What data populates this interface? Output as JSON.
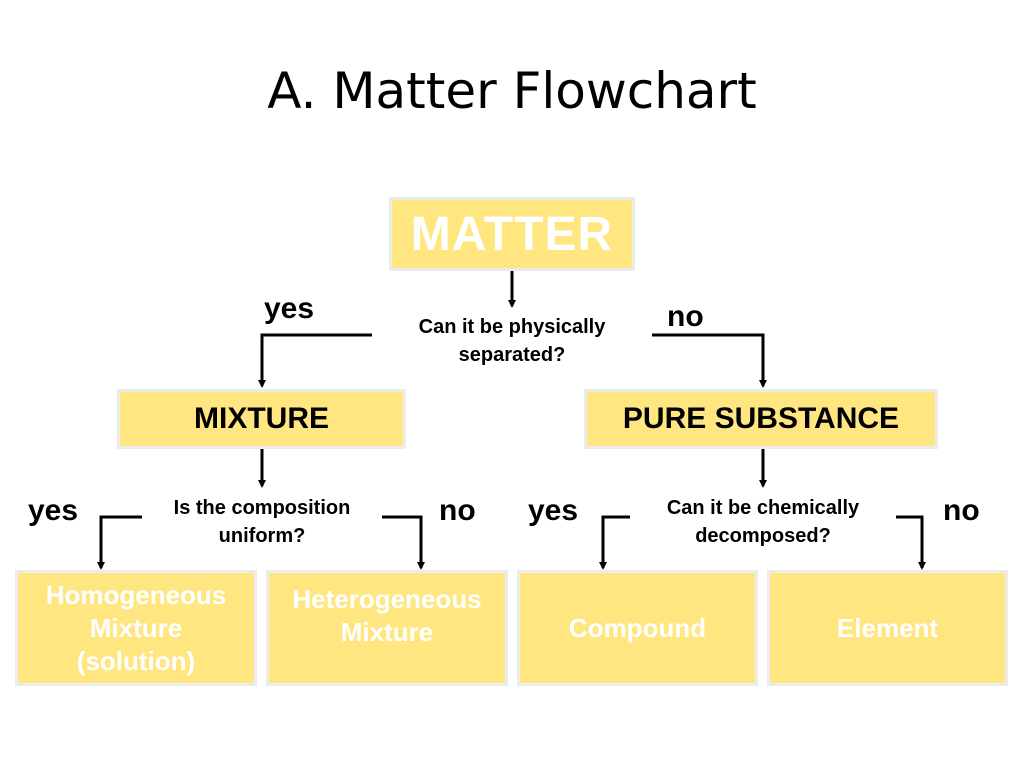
{
  "title": "A. Matter Flowchart",
  "nodes": {
    "matter": "MATTER",
    "q_physical": "Can it be physically separated?",
    "mixture": "MIXTURE",
    "pure_substance": "PURE SUBSTANCE",
    "q_uniform": "Is the composition uniform?",
    "q_chemical": "Can it be chemically decomposed?",
    "homogeneous": "Homogeneous Mixture (solution)",
    "heterogeneous": "Heterogeneous Mixture",
    "compound": "Compound",
    "element": "Element"
  },
  "edge_labels": {
    "physical_yes": "yes",
    "physical_no": "no",
    "uniform_yes": "yes",
    "uniform_no": "no",
    "chemical_yes": "yes",
    "chemical_no": "no"
  },
  "colors": {
    "box_fill": "#ffe680",
    "box_border": "#ececec",
    "faint_text": "#ffffff",
    "line": "#000000"
  }
}
